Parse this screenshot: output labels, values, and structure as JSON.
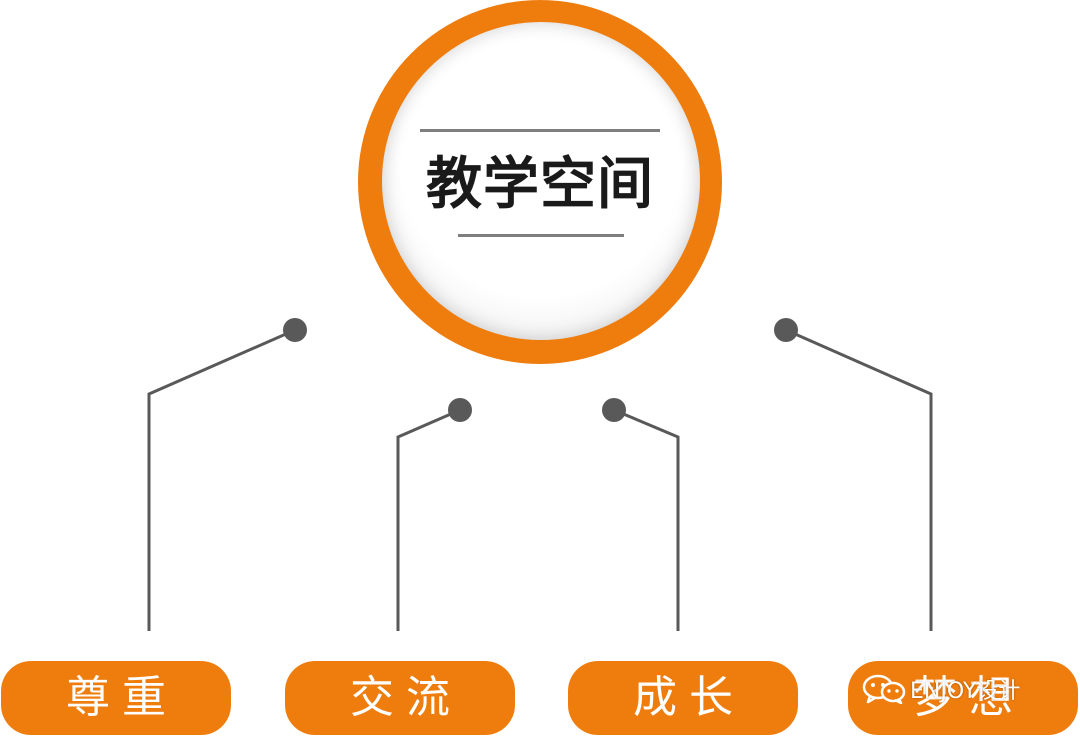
{
  "hub": {
    "title": "教学空间"
  },
  "nodes": [
    {
      "label": "尊重"
    },
    {
      "label": "交流"
    },
    {
      "label": "成长"
    },
    {
      "label": "梦想"
    }
  ],
  "watermark": {
    "text": "ENJOY设计",
    "icon": "wechat-icon"
  },
  "colors": {
    "accent": "#ee7d0e",
    "connector": "#595959",
    "rule": "#7f7f7f",
    "title": "#1a1a1a",
    "pill_text": "#ffffff"
  }
}
